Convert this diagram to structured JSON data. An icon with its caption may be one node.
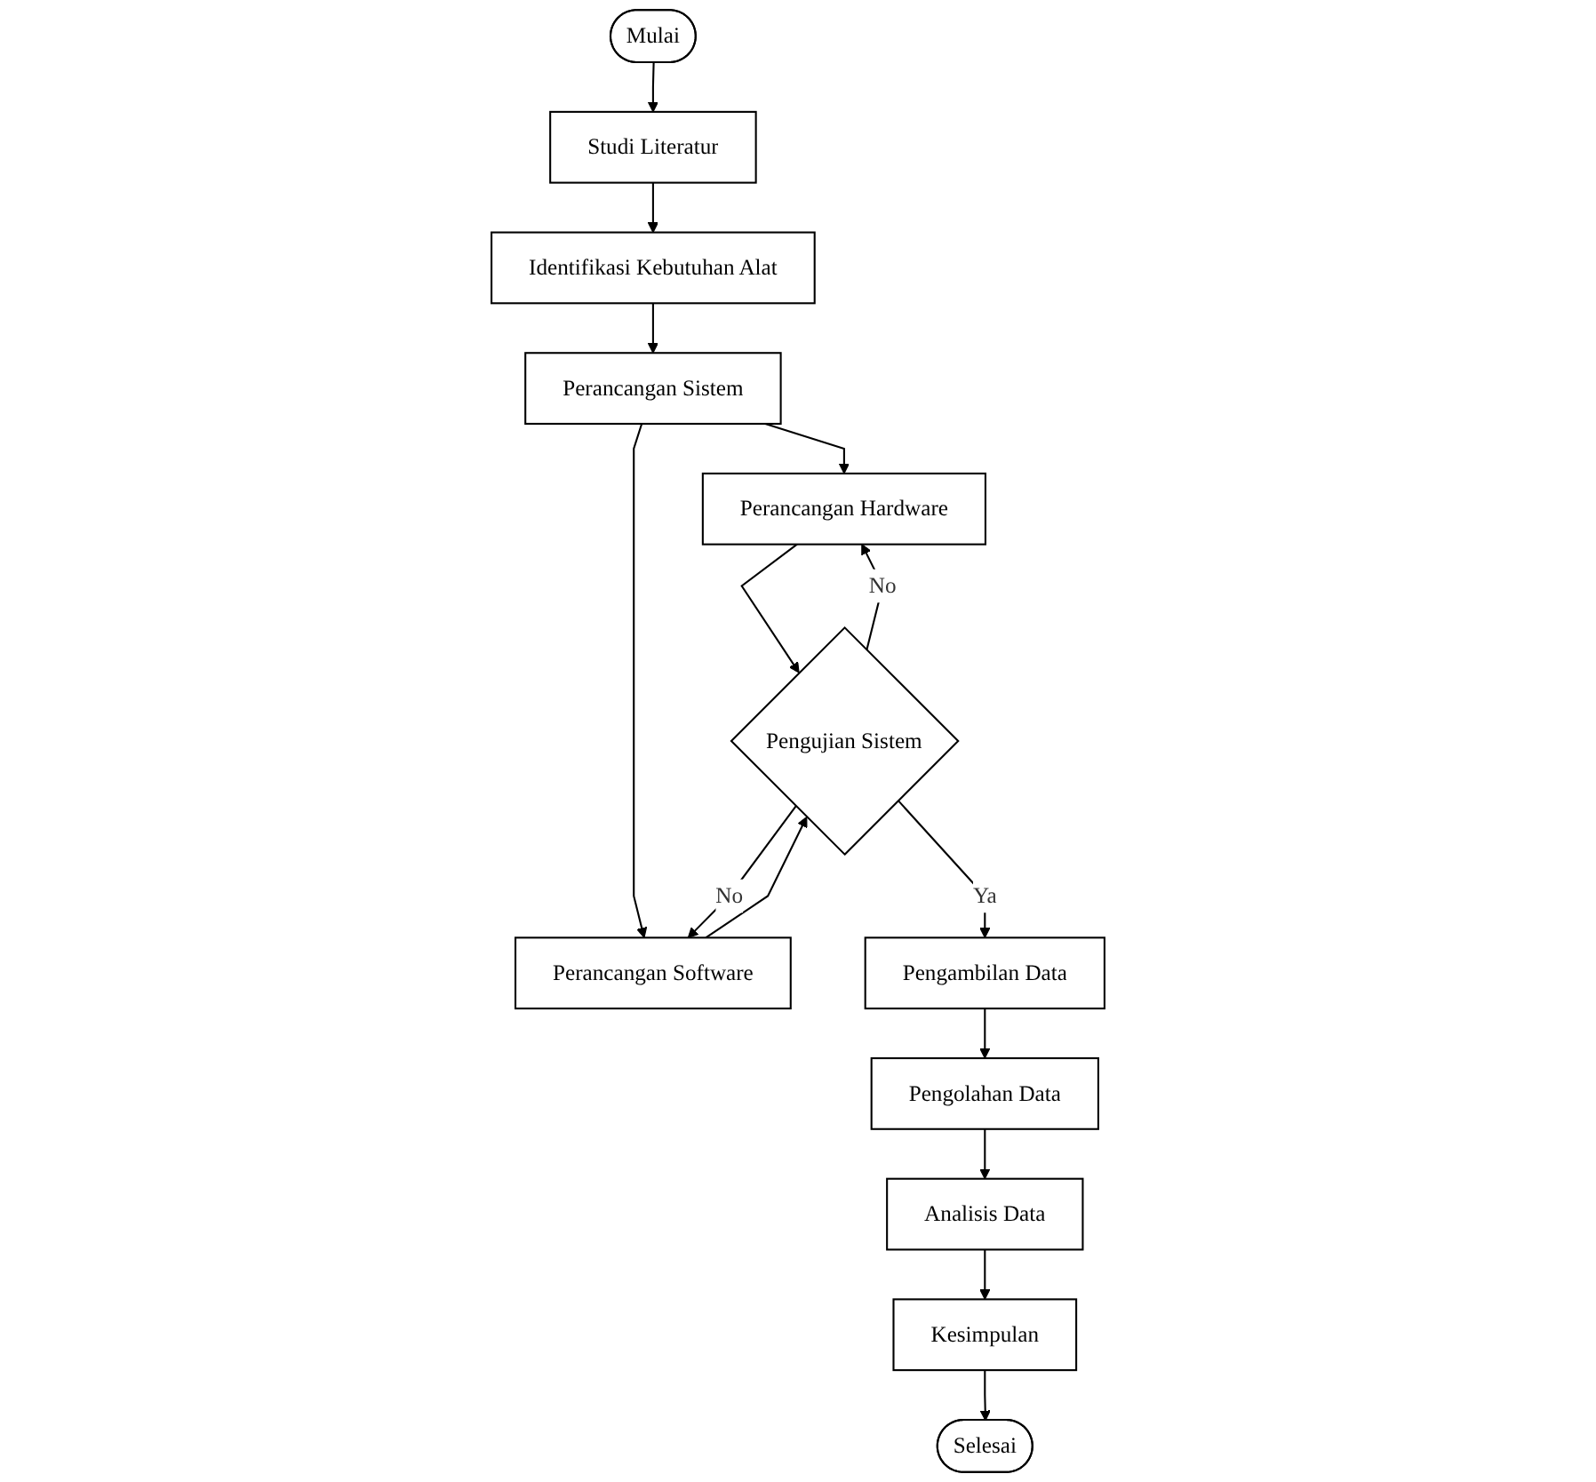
{
  "diagram": {
    "nodes": [
      {
        "text": [
          "Mulai"
        ]
      },
      {
        "text": [
          "Studi Literatur"
        ]
      },
      {
        "text": [
          "Identifikasi Kebutuhan Alat"
        ]
      },
      {
        "text": [
          "Perancangan Hardware"
        ]
      },
      {
        "text": [
          "Perancangan Sistem"
        ]
      },
      {
        "text": [
          "Perancangan Software"
        ]
      },
      {
        "text": [
          "Pengujian Sistem"
        ]
      },
      {
        "text": [
          "Pengambilan Data"
        ]
      },
      {
        "text": [
          "Pengolahan Data"
        ]
      },
      {
        "text": [
          "Analisis Data"
        ]
      },
      {
        "text": [
          "Kesimpulan"
        ]
      },
      {
        "text": [
          "Selesai"
        ]
      }
    ],
    "edges": [
      {
        "from": 0,
        "to": 1,
        "arrow": "to"
      },
      {
        "from": 1,
        "to": 2,
        "arrow": "to"
      },
      {
        "from": 2,
        "to": 4,
        "arrow": "to"
      },
      {
        "from": 4,
        "to": 3,
        "arrow": "to"
      },
      {
        "from": 4,
        "to": 5,
        "arrow": "to"
      },
      {
        "from": 3,
        "to": 6,
        "arrow": "to"
      },
      {
        "from": 5,
        "to": 6,
        "arrow": "to"
      },
      {
        "from": 6,
        "to": 3,
        "label": "No",
        "arrow": "to"
      },
      {
        "from": 6,
        "to": 5,
        "label": "No",
        "arrow": "to"
      },
      {
        "from": 6,
        "to": 7,
        "label": "Ya",
        "arrow": "to"
      },
      {
        "from": 7,
        "to": 8,
        "arrow": "to"
      },
      {
        "from": 8,
        "to": 9,
        "arrow": "to"
      },
      {
        "from": 9,
        "to": 10,
        "arrow": "to"
      },
      {
        "from": 10,
        "to": 11,
        "arrow": "to"
      }
    ]
  }
}
